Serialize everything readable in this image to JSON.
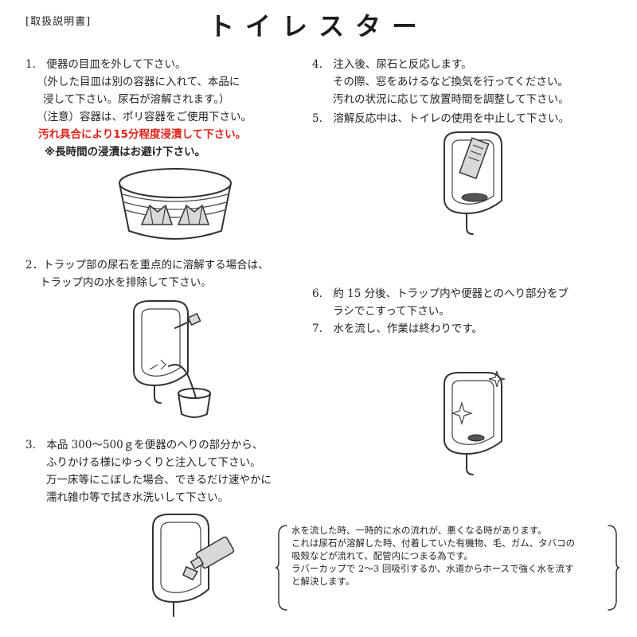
{
  "header": {
    "label": "[取扱説明書]",
    "title": "トイレスター"
  },
  "left_steps": {
    "step1": {
      "l1": "1.　便器の目皿を外して下さい。",
      "l2": "（外した目皿は別の容器に入れて、本品に",
      "l3": "浸して下さい。尿石が溶解されます。）",
      "l4": "（注意）容器は、ポリ容器をご使用下さい。",
      "l5": "汚れ具合により15分程度浸漬して下さい。",
      "l6": "※長時間の浸漬はお避け下さい。"
    },
    "step2": {
      "l1": "2．トラップ部の尿石を重点的に溶解する場合は、",
      "l2": "トラップ内の水を排除して下さい。"
    },
    "step3": {
      "l1": "3.　本品 300〜500ｇを便器のへりの部分から、",
      "l2": "ふりかける様にゆっくりと注入して下さい。",
      "l3": "万一床等にこぼした場合、できるだけ速やかに",
      "l4": "濡れ雑巾等で拭き水洗いして下さい。"
    }
  },
  "right_steps": {
    "step4": {
      "l1": "4.　注入後、尿石と反応します。",
      "l2": "その際、窓をあけるなど換気を行ってください。",
      "l3": "汚れの状況に応じて放置時間を調整して下さい。"
    },
    "step5": {
      "l1": "5.　溶解反応中は、トイレの使用を中止して下さい。"
    },
    "step6": {
      "l1": "6.　約 15 分後、トラップ内や便器とのへり部分をブ",
      "l2": "ラシでこすって下さい。"
    },
    "step7": {
      "l1": "7.　水を流し、作業は終わりです。"
    }
  },
  "note": {
    "l1": "水を流した時、一時的に水の流れが、悪くなる時があります。",
    "l2": "これは尿石が溶解した時、付着していた有機物、毛、ガム、タバコの",
    "l3": "吸殻などが流れて、配管内につまる為です。",
    "l4": "ラバーカップで 2〜3 回吸引するか、水道からホースで強く水を流す",
    "l5": "と解決します。"
  },
  "colors": {
    "warning_red": "#e0241b",
    "ink": "#222222"
  }
}
